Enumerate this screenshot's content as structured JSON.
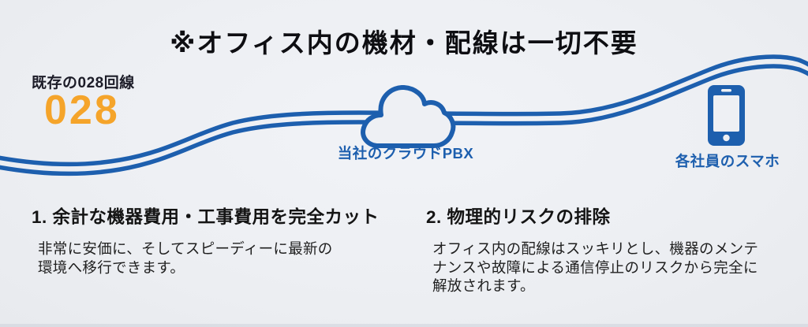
{
  "title": "※オフィス内の機材・配線は一切不要",
  "diagram": {
    "existing_line_label": "既存の028回線",
    "existing_line_number": "028",
    "cloud_label": "当社のクラウドPBX",
    "phone_label": "各社員のスマホ"
  },
  "benefits": [
    {
      "heading": "1. 余計な機器費用・工事費用を完全カット",
      "body": "非常に安価に、そしてスピーディーに最新の\n環境へ移行できます。"
    },
    {
      "heading": "2. 物理的リスクの排除",
      "body": "オフィス内の配線はスッキリとし、機器のメンテ\nナンスや故障による通信停止のリスクから完全に\n解放されます。"
    }
  ],
  "colors": {
    "accent_blue": "#1d5fae",
    "accent_orange": "#f5a42a",
    "background": "#edeff3",
    "text_dark": "#141414"
  }
}
